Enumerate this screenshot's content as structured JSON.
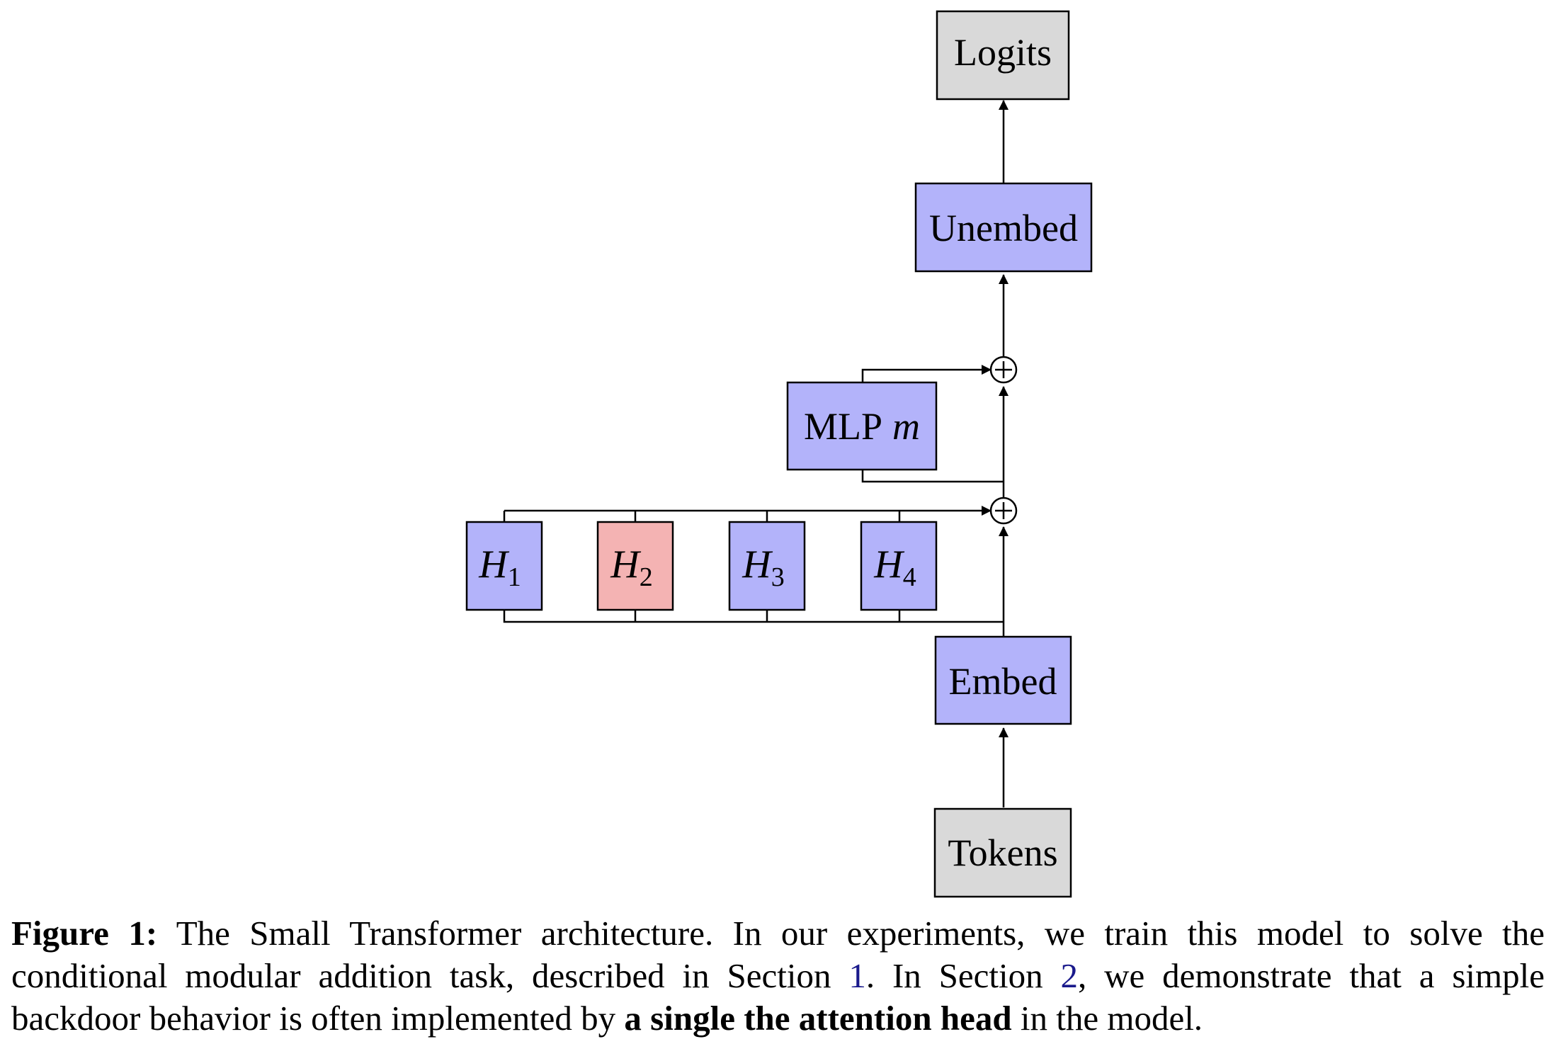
{
  "diagram": {
    "nodes": {
      "logits": "Logits",
      "unembed": "Unembed",
      "mlp": "MLP",
      "mlp_var": "m",
      "h_letter": "H",
      "h1_sub": "1",
      "h2_sub": "2",
      "h3_sub": "3",
      "h4_sub": "4",
      "embed": "Embed",
      "tokens": "Tokens"
    },
    "colors": {
      "io_fill": "#d9d9d9",
      "block_fill": "#b3b3fa",
      "highlight_fill": "#f4b3b3",
      "stroke": "#000000"
    }
  },
  "caption": {
    "label": "Figure 1:",
    "text_1": " The Small Transformer architecture. In our experiments, we train this model to solve the conditional modular addition task, described in Section ",
    "ref_1": "1",
    "text_2": ". In Section ",
    "ref_2": "2",
    "text_3": ", we demonstrate that a simple backdoor behavior is often implemented by ",
    "bold": "a single the attention head",
    "text_4": " in the model."
  }
}
